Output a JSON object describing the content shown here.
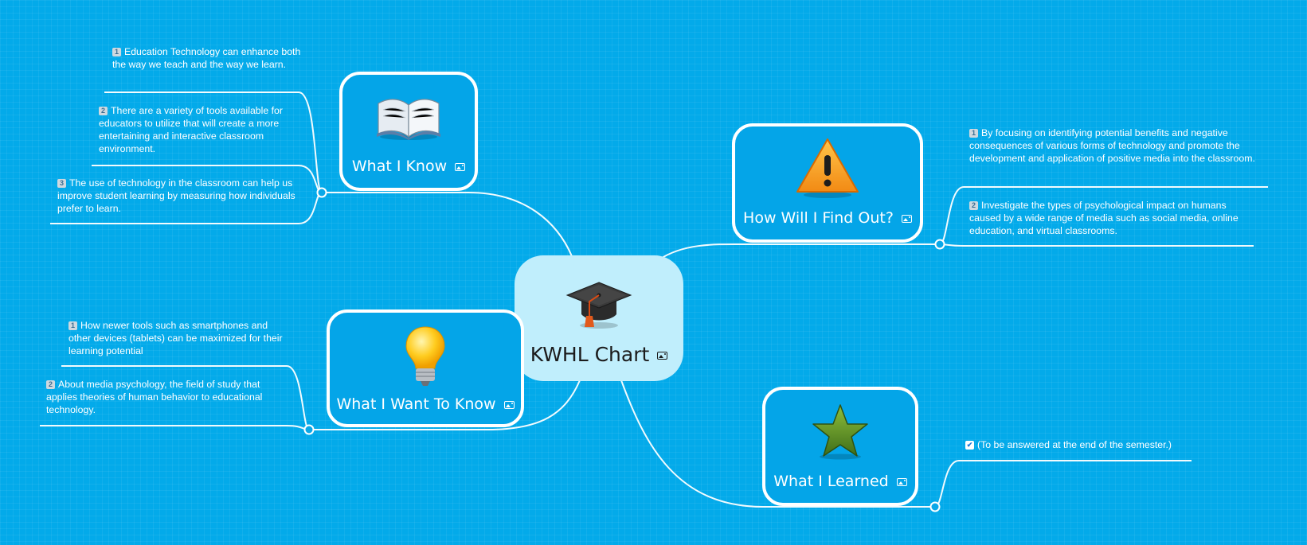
{
  "central": {
    "label": "KWHL Chart",
    "icon": "graduation-cap-icon"
  },
  "topics": {
    "know": {
      "label": "What I Know",
      "icon": "open-book-icon"
    },
    "want": {
      "label": "What I Want To Know",
      "icon": "light-bulb-icon"
    },
    "how": {
      "label": "How Will I Find Out?",
      "icon": "warning-sign-icon"
    },
    "learned": {
      "label": "What I Learned",
      "icon": "green-star-icon"
    }
  },
  "notes": {
    "know": [
      {
        "badge": "1",
        "text": "Education Technology can enhance both the way we teach and the way we learn."
      },
      {
        "badge": "2",
        "text": "There are a variety of tools available for educators to utilize that will create a more entertaining and interactive classroom environment."
      },
      {
        "badge": "3",
        "text": "The use of technology in the classroom can help us improve student learning by measuring how individuals prefer to learn."
      }
    ],
    "want": [
      {
        "badge": "1",
        "text": "How newer tools such as smartphones and other devices (tablets) can be maximized for their learning potential"
      },
      {
        "badge": "2",
        "text": "About media psychology, the field of study that applies theories of human behavior to educational technology."
      }
    ],
    "how": [
      {
        "badge": "1",
        "text": "By focusing on identifying potential benefits and negative consequences of various forms of technology and promote the development and application of positive media into the classroom."
      },
      {
        "badge": "2",
        "text": "Investigate the types of psychological impact on humans caused by a wide range of media such as social media, online education, and virtual classrooms."
      }
    ],
    "learned": [
      {
        "badge": "✔",
        "text": "(To be answered at the end of the semester.)"
      }
    ]
  },
  "colors": {
    "background": "#03aaea",
    "topic_fill": "#04a5e8",
    "central_fill": "#c0eefc",
    "line": "#ffffff"
  }
}
